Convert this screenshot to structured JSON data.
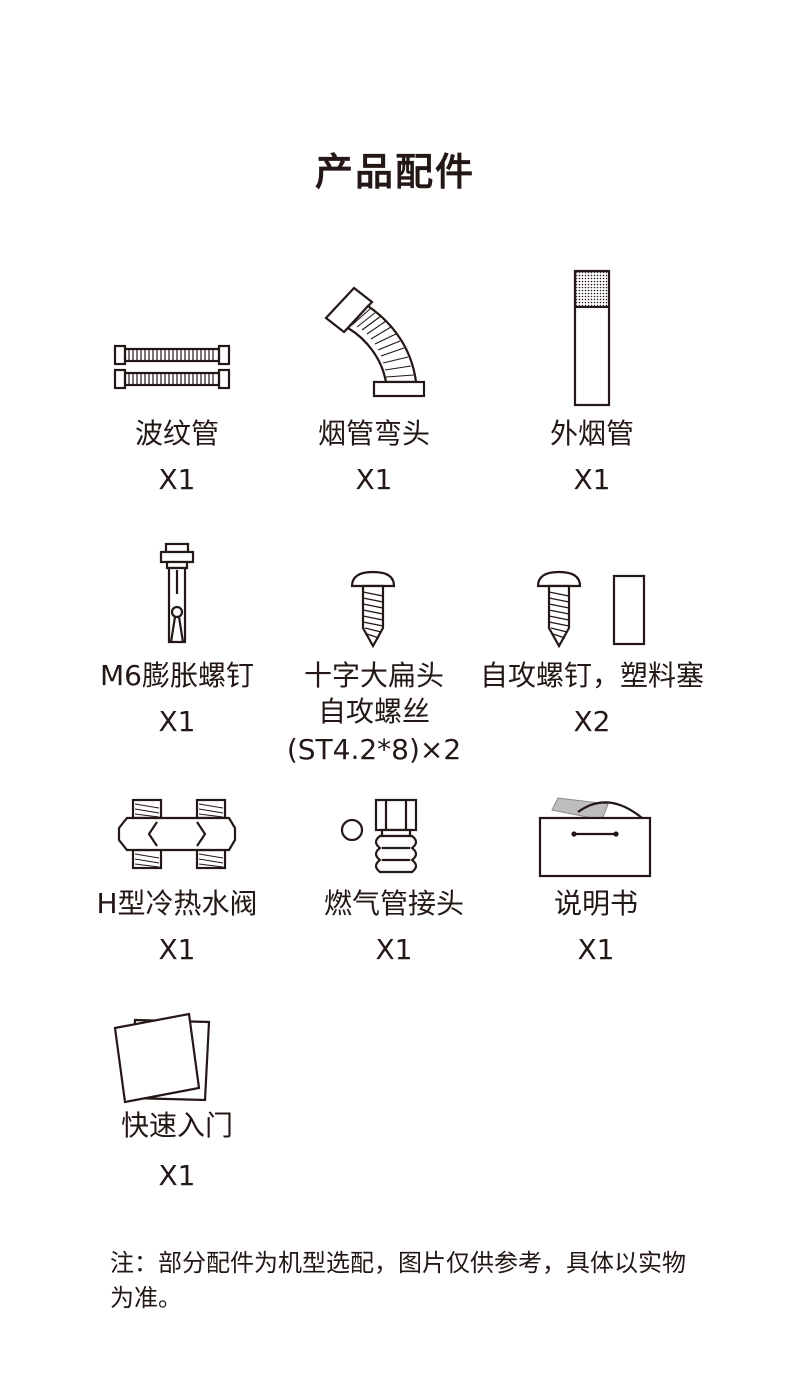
{
  "title": "产品配件",
  "items": [
    {
      "label": "波纹管",
      "qty": "X1",
      "icon": "corrugated-pipe-icon"
    },
    {
      "label": "烟管弯头",
      "qty": "X1",
      "icon": "flue-elbow-icon"
    },
    {
      "label": "外烟管",
      "qty": "X1",
      "icon": "outer-flue-pipe-icon"
    },
    {
      "label": "M6膨胀螺钉",
      "qty": "X1",
      "icon": "expansion-bolt-icon"
    },
    {
      "label": "十字大扁头",
      "label2": "自攻螺丝",
      "label3": "(ST4.2*8)×2",
      "icon": "self-tapping-screw-icon"
    },
    {
      "label": "自攻螺钉，塑料塞",
      "qty": "X2",
      "icon": "screw-and-plug-icon"
    },
    {
      "label": "H型冷热水阀",
      "qty": "X1",
      "icon": "h-valve-icon"
    },
    {
      "label": "燃气管接头",
      "qty": "X1",
      "icon": "gas-pipe-fitting-icon"
    },
    {
      "label": "说明书",
      "qty": "X1",
      "icon": "manual-box-icon"
    },
    {
      "label": "快速入门",
      "qty": "X1",
      "icon": "quick-start-sheet-icon"
    }
  ],
  "note": "注：部分配件为机型选配，图片仅供参考，具体以实物为准。"
}
